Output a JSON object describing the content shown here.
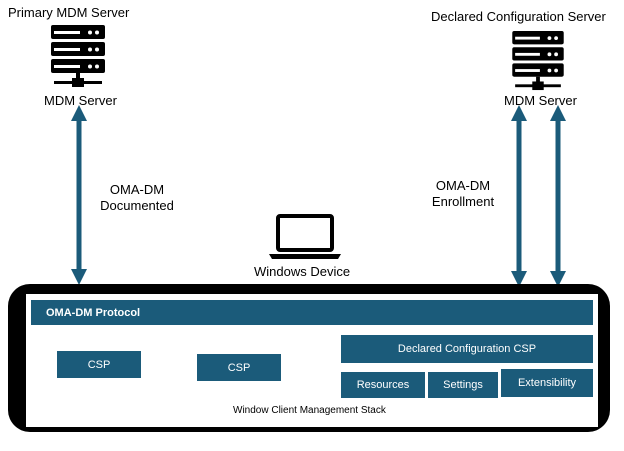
{
  "primary_server": {
    "title": "Primary MDM Server",
    "icon": "server-icon",
    "label": "MDM Server"
  },
  "declared_server": {
    "title": "Declared Configuration Server",
    "icon": "server-icon",
    "label": "MDM Server"
  },
  "links": {
    "left_label_line1": "OMA-DM",
    "left_label_line2": "Documented",
    "right_label_line1": "OMA-DM",
    "right_label_line2": "Enrollment"
  },
  "device": {
    "icon": "laptop-icon",
    "label": "Windows Device"
  },
  "stack": {
    "protocol": "OMA-DM Protocol",
    "csp_left": "CSP",
    "csp_middle": "CSP",
    "declared_csp": "Declared Configuration CSP",
    "resources": "Resources",
    "settings": "Settings",
    "extensibility": "Extensibility",
    "label": "Window Client Management Stack"
  },
  "colors": {
    "box": "#1b5b7a",
    "arrow": "#1b5b7a",
    "frame": "#000000"
  }
}
